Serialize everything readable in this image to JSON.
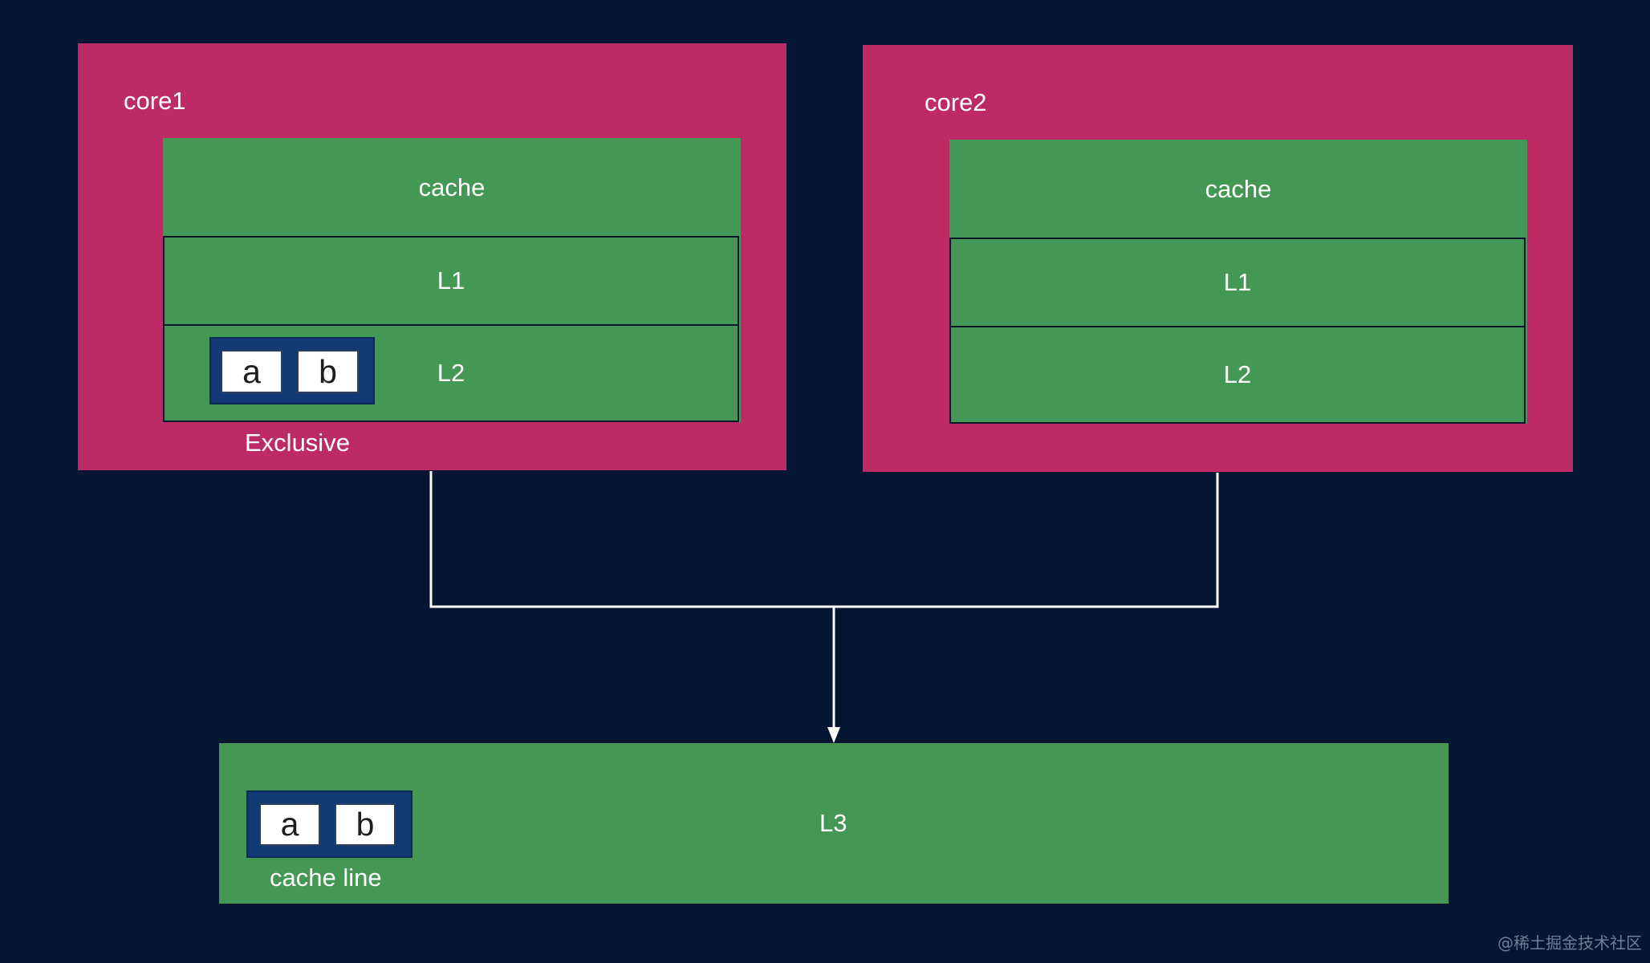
{
  "core1": {
    "label": "core1",
    "cache_label": "cache",
    "l1_label": "L1",
    "l2_label": "L2",
    "line": {
      "cells": [
        "a",
        "b"
      ]
    },
    "state_label": "Exclusive"
  },
  "core2": {
    "label": "core2",
    "cache_label": "cache",
    "l1_label": "L1",
    "l2_label": "L2"
  },
  "l3": {
    "label": "L3",
    "line": {
      "cells": [
        "a",
        "b"
      ]
    },
    "line_caption": "cache line"
  },
  "watermark": "@稀土掘金技术社区",
  "colors": {
    "background": "#041632",
    "core": "#bd2b66",
    "cache": "#449754",
    "cache_line_frame": "#123a77",
    "connector": "#ffffff"
  }
}
